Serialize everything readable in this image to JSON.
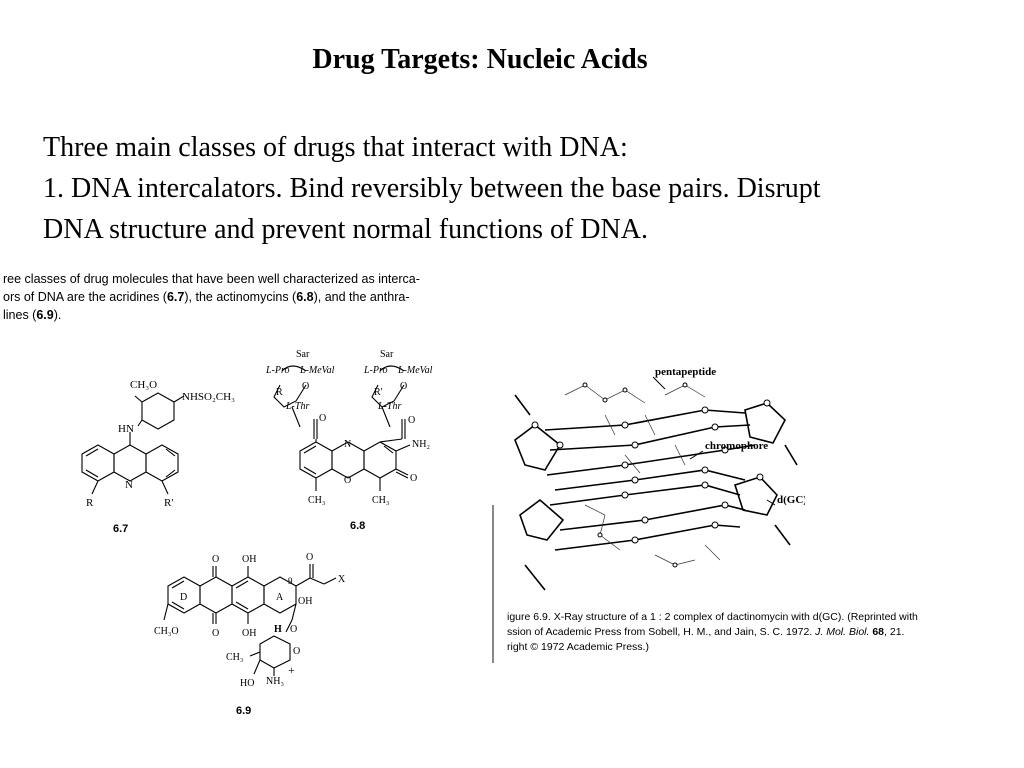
{
  "title": "Drug Targets: Nucleic Acids",
  "intro": "Three main  classes of drugs that interact with DNA:",
  "point1_line1": "1.  DNA intercalators.  Bind reversibly between the base pairs. Disrupt",
  "point1_line2": "DNA structure and prevent normal functions of DNA.",
  "excerpt": {
    "line1": "ree classes of drug molecules that have been well characterized as interca-",
    "line2_pre": "ors of DNA are the acridines (",
    "line2_b1": "6.7",
    "line2_mid1": "), the actinomycins (",
    "line2_b2": "6.8",
    "line2_mid2": "), and the anthra-",
    "line3_pre": "lines (",
    "line3_b": "6.9",
    "line3_post": ")."
  },
  "structures": {
    "s67": {
      "label": "6.7",
      "ch3o": "CH₃O",
      "nhso2": "NHSO₂CH₃",
      "hn": "HN",
      "n": "N",
      "r": "R",
      "rp": "R'"
    },
    "s68": {
      "label": "6.8",
      "sar": "Sar",
      "lpro": "L-Pro",
      "lmeval": "L-MeVal",
      "r": "R",
      "rp": "R'",
      "o": "O",
      "lthr": "L-Thr",
      "n": "N",
      "nh2": "NH₂",
      "ch3": "CH₃"
    },
    "s69": {
      "label": "6.9",
      "oh": "OH",
      "o": "O",
      "x": "X",
      "nine": "9",
      "d": "D",
      "a": "A",
      "h": "H",
      "ch3o": "CH₃O",
      "ch3": "CH₃",
      "ho": "HO",
      "nh3": "NH₃",
      "plus": "+"
    }
  },
  "xray": {
    "pentapeptide": "pentapeptide",
    "chromophore": "chromophore",
    "dgc": "d(GC)"
  },
  "figure_caption": {
    "line1_pre": "igure 6.9.   X-Ray structure of a 1 : 2 complex of dactinomycin with d(GC). (Reprinted with",
    "line2_pre": "ssion of Academic Press from Sobell, H. M., and Jain, S. C. 1972. ",
    "line2_journal": "J. Mol. Biol.",
    "line2_vol": " 68",
    "line2_post": ", 21.",
    "line3": "right © 1972 Academic Press.)"
  }
}
